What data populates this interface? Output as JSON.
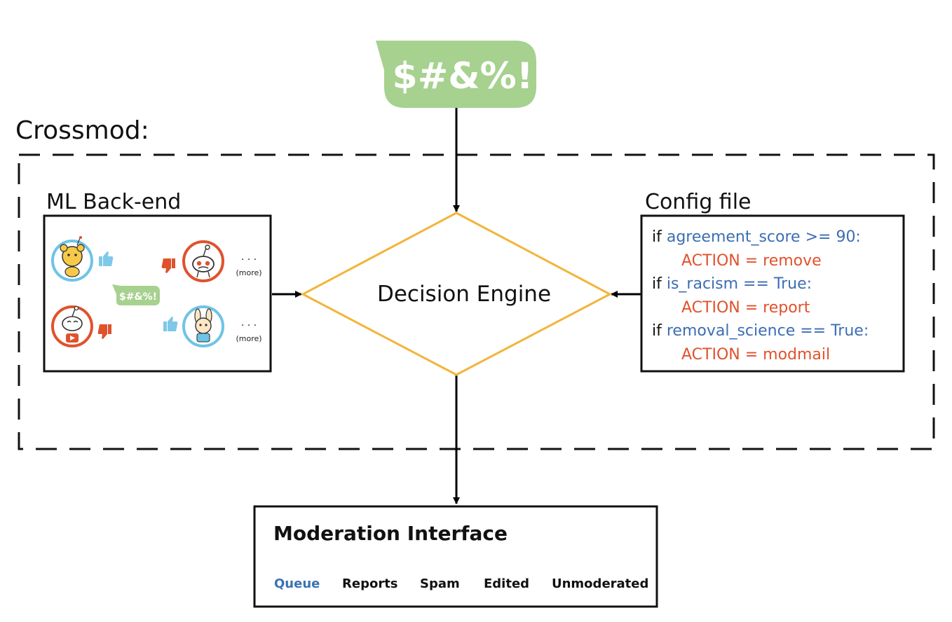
{
  "colors": {
    "speech_green": "#a6d18f",
    "diamond_orange": "#f2b53a",
    "config_blue": "#3c6db3",
    "config_orange": "#e0522c",
    "link_blue": "#3a72b3",
    "avatar_blue": "#6ec4e6",
    "avatar_red": "#e0522c",
    "thumb_blue": "#7ec8e8",
    "thumb_red": "#e0522c"
  },
  "top_bubble": {
    "text": "$#&%!"
  },
  "crossmod": {
    "label": "Crossmod:"
  },
  "ml_backend": {
    "title": "ML Back-end",
    "bubble_text": "$#&%!",
    "more_dots": "· · ·",
    "more_label": "(more)"
  },
  "decision_engine": {
    "label": "Decision Engine"
  },
  "config": {
    "title": "Config file",
    "rule1": {
      "kw": "if ",
      "cond": "agreement_score >= 90:",
      "action": "ACTION = remove"
    },
    "rule2": {
      "kw": "if ",
      "cond": "is_racism == True:",
      "action": "ACTION = report"
    },
    "rule3": {
      "kw": "if ",
      "cond": "removal_science == True:",
      "action": "ACTION = modmail"
    }
  },
  "moderation": {
    "title": "Moderation Interface",
    "tabs": [
      "Queue",
      "Reports",
      "Spam",
      "Edited",
      "Unmoderated"
    ]
  }
}
